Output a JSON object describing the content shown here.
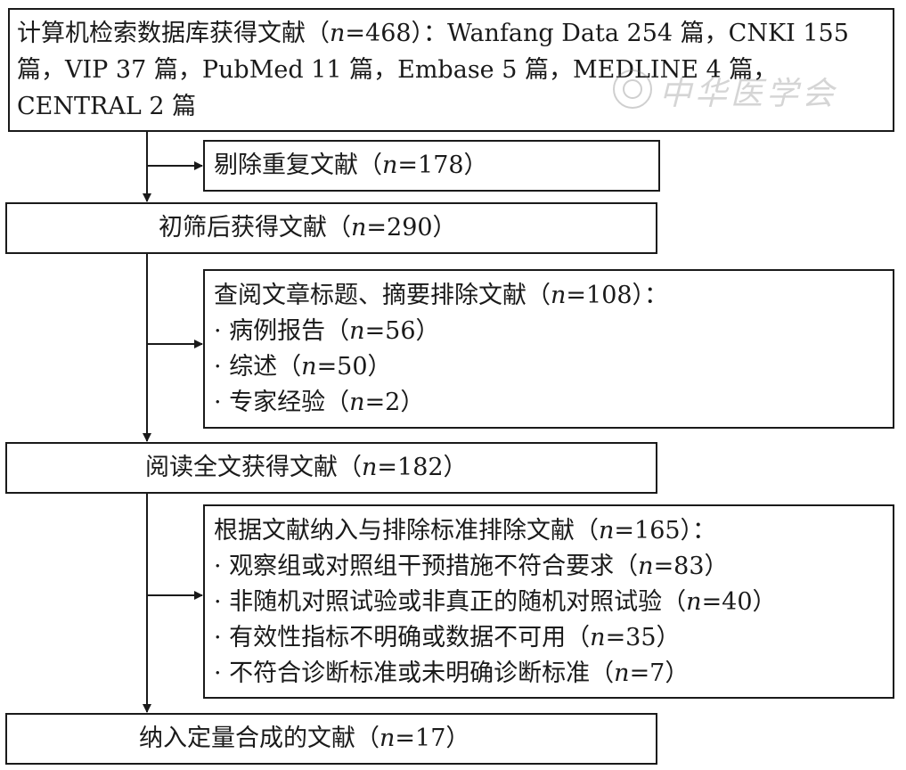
{
  "boxes": {
    "search": {
      "text_a": "计算机检索数据库获得文献（",
      "n_symbol": "n",
      "text_b": "=468）：Wanfang Data 254 篇，CNKI 155 篇，VIP 37 篇，PubMed 11 篇，Embase 5 篇，MEDLINE 4 篇，CENTRAL 2 篇"
    },
    "duplicates": {
      "text_a": "剔除重复文献（",
      "n_symbol": "n",
      "text_b": "=178）"
    },
    "initial_screen": {
      "text_a": "初筛后获得文献（",
      "n_symbol": "n",
      "text_b": "=290）"
    },
    "title_abstract_exclusion": {
      "heading_a": "查阅文章标题、摘要排除文献（",
      "n_symbol": "n",
      "heading_b": "=108）：",
      "items": [
        {
          "a": "· 病例报告（",
          "b": "=56）"
        },
        {
          "a": "· 综述（",
          "b": "=50）"
        },
        {
          "a": "· 专家经验（",
          "b": "=2）"
        }
      ]
    },
    "full_text": {
      "text_a": "阅读全文获得文献（",
      "n_symbol": "n",
      "text_b": "=182）"
    },
    "criteria_exclusion": {
      "heading_a": "根据文献纳入与排除标准排除文献（",
      "n_symbol": "n",
      "heading_b": "=165）：",
      "items": [
        {
          "a": "· 观察组或对照组干预措施不符合要求（",
          "b": "=83）"
        },
        {
          "a": "· 非随机对照试验或非真正的随机对照试验（",
          "b": "=40）"
        },
        {
          "a": "· 有效性指标不明确或数据不可用（",
          "b": "=35）"
        },
        {
          "a": "· 不符合诊断标准或未明确诊断标准（",
          "b": "=7）"
        }
      ]
    },
    "included": {
      "text_a": "纳入定量合成的文献（",
      "n_symbol": "n",
      "text_b": "=17）"
    }
  },
  "watermark": {
    "text": "中华医学会"
  },
  "colors": {
    "line": "#1a1a1a",
    "background": "#ffffff"
  }
}
